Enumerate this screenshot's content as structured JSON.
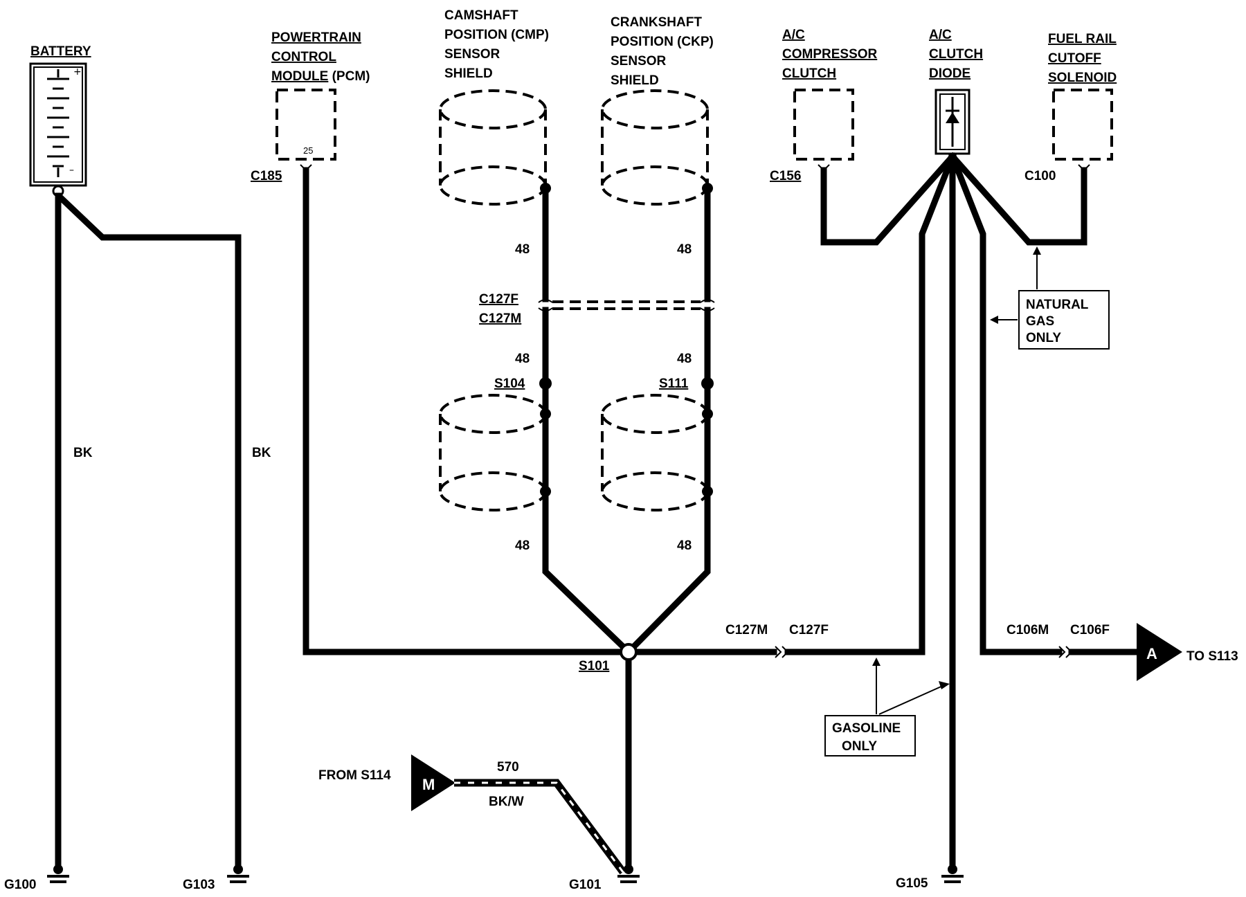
{
  "components": {
    "battery": "BATTERY",
    "pcm": [
      "POWERTRAIN",
      "CONTROL",
      "MODULE",
      "(PCM)"
    ],
    "pcm_pin": "25",
    "cmp": [
      "CAMSHAFT",
      "POSITION (CMP)",
      "SENSOR",
      "SHIELD"
    ],
    "ckp": [
      "CRANKSHAFT",
      "POSITION (CKP)",
      "SENSOR",
      "SHIELD"
    ],
    "ac_clutch": [
      "A/C",
      "COMPRESSOR",
      "CLUTCH"
    ],
    "ac_diode": [
      "A/C",
      "CLUTCH",
      "DIODE"
    ],
    "fuel_rail": [
      "FUEL RAIL",
      "CUTOFF",
      "SOLENOID"
    ]
  },
  "connectors": {
    "c185": "C185",
    "c156": "C156",
    "c100": "C100",
    "c127f": "C127F",
    "c127m": "C127M",
    "c106m": "C106M",
    "c106f": "C106F"
  },
  "splices": {
    "s104": "S104",
    "s111": "S111",
    "s101": "S101"
  },
  "grounds": {
    "g100": "G100",
    "g103": "G103",
    "g101": "G101",
    "g105": "G105"
  },
  "wire_labels": {
    "bk": "BK",
    "circuit_48": "48",
    "circuit_570": "570",
    "bkw": "BK/W"
  },
  "references": {
    "from_s114": "FROM S114",
    "marker_m": "M",
    "marker_a": "A",
    "to_s113": "TO S113"
  },
  "notes": {
    "natural_gas": [
      "NATURAL",
      "GAS",
      "ONLY"
    ],
    "gasoline": [
      "GASOLINE",
      "ONLY"
    ]
  }
}
